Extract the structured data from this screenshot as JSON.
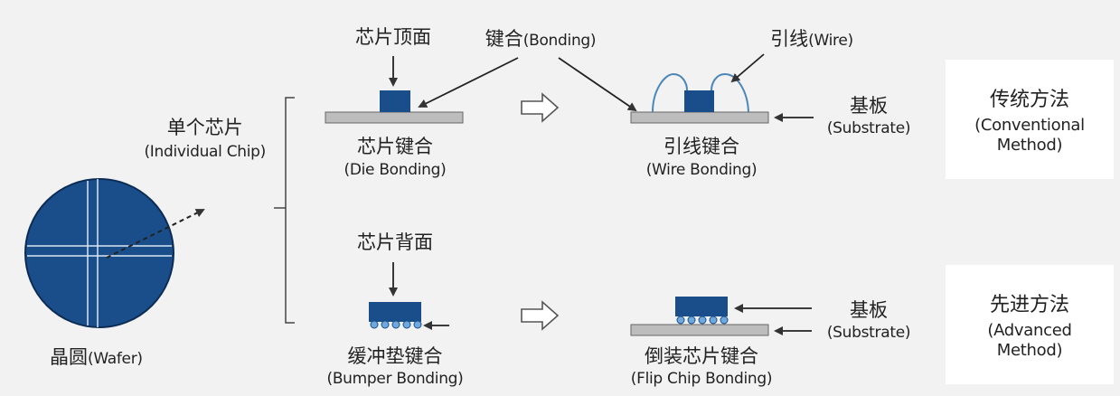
{
  "wafer": {
    "label_zh": "晶圆",
    "label_en": "(Wafer)"
  },
  "individual_chip": {
    "label_zh": "单个芯片",
    "label_en": "(Individual Chip)"
  },
  "chip_top": {
    "label_zh": "芯片顶面"
  },
  "chip_back": {
    "label_zh": "芯片背面"
  },
  "bonding": {
    "label_zh": "键合",
    "label_en": "(Bonding)"
  },
  "wire": {
    "label_zh": "引线",
    "label_en": "(Wire)"
  },
  "substrate_top": {
    "label_zh": "基板",
    "label_en": "(Substrate)"
  },
  "substrate_bottom": {
    "label_zh": "基板",
    "label_en": "(Substrate)"
  },
  "die_bonding": {
    "label_zh": "芯片键合",
    "label_en": "(Die Bonding)"
  },
  "wire_bonding": {
    "label_zh": "引线键合",
    "label_en": "(Wire Bonding)"
  },
  "bumper_bonding": {
    "label_zh": "缓冲垫键合",
    "label_en": "(Bumper Bonding)"
  },
  "flip_chip_bonding": {
    "label_zh": "倒装芯片键合",
    "label_en": "(Flip Chip Bonding)"
  },
  "conventional": {
    "label_zh": "传统方法",
    "label_en_1": "(Conventional",
    "label_en_2": "Method)"
  },
  "advanced": {
    "label_zh": "先进方法",
    "label_en_1": "(Advanced",
    "label_en_2": "Method)"
  },
  "colors": {
    "chip": "#1a4e8a",
    "substrate": "#bdbdbd",
    "wire": "#4a86b8",
    "bump": "#6fa8dc",
    "line": "#333333",
    "background": "#f2f2f2",
    "box": "#ffffff"
  }
}
